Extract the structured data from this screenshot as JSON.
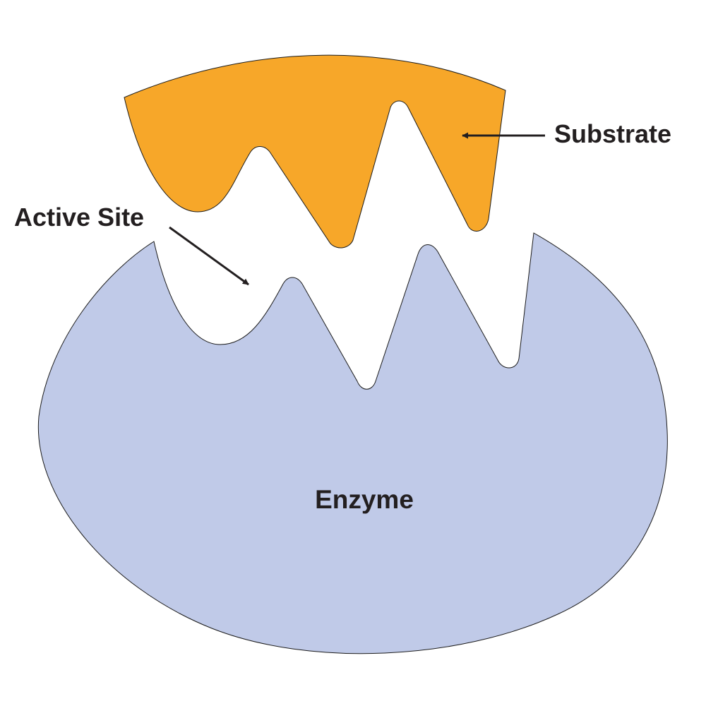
{
  "diagram": {
    "labels": {
      "substrate": "Substrate",
      "active_site": "Active Site",
      "enzyme": "Enzyme"
    },
    "colors": {
      "enzyme_fill": "#c0cae8",
      "substrate_fill": "#f7a729",
      "outline": "#1b1b1b",
      "text": "#231f20",
      "background": "#ffffff"
    }
  }
}
